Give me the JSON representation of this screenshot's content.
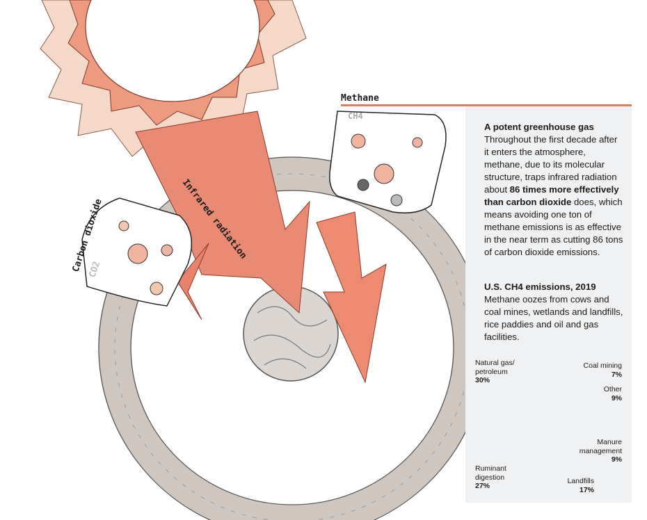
{
  "labels": {
    "methane": "Methane",
    "ch4": "CH4",
    "co2_box": "CO2",
    "carbon_dioxide": "Carbon dioxide",
    "infrared": "Infrared radiation"
  },
  "panel": {
    "heading": "A potent greenhouse gas",
    "body_1": "Throughout the first decade after it enters the atmosphere, methane, due to its molecular structure, traps infrared radiation about ",
    "body_bold": "86 times more effectively than carbon dioxide",
    "body_2": " does, which means avoiding one ton of methane emissions is as effective in the near term as cutting 86 tons of carbon dioxide emissions.",
    "chart_heading": "U.S. CH4 emissions, 2019",
    "chart_intro": "Methane oozes from cows and coal mines, wetlands and landfills, rice paddies and oil and gas facilities."
  },
  "chart_data": {
    "type": "pie",
    "title": "U.S. CH4 emissions, 2019",
    "donut": true,
    "unit": "%",
    "slices": [
      {
        "label": "Coal mining",
        "value": 7,
        "color": "#3a3a3a"
      },
      {
        "label": "Other",
        "value": 9,
        "color": "#ffffff"
      },
      {
        "label": "Manure management",
        "value": 9,
        "color": "#c8c8c8"
      },
      {
        "label": "Landfills",
        "value": 17,
        "color": "#8c8c8c"
      },
      {
        "label": "Ruminant digestion",
        "value": 27,
        "color": "#c9a3a0"
      },
      {
        "label": "Natural gas/ petroleum",
        "value": 30,
        "color": "#7a3a34"
      }
    ],
    "display": [
      {
        "name": "Natural gas/",
        "name2": "petroleum",
        "pct": "30%"
      },
      {
        "name": "Coal mining",
        "name2": "",
        "pct": "7%"
      },
      {
        "name": "Other",
        "name2": "",
        "pct": "9%"
      },
      {
        "name": "Manure",
        "name2": "management",
        "pct": "9%"
      },
      {
        "name": "Ruminant",
        "name2": "digestion",
        "pct": "27%"
      },
      {
        "name": "Landfills",
        "name2": "",
        "pct": "17%"
      }
    ]
  }
}
